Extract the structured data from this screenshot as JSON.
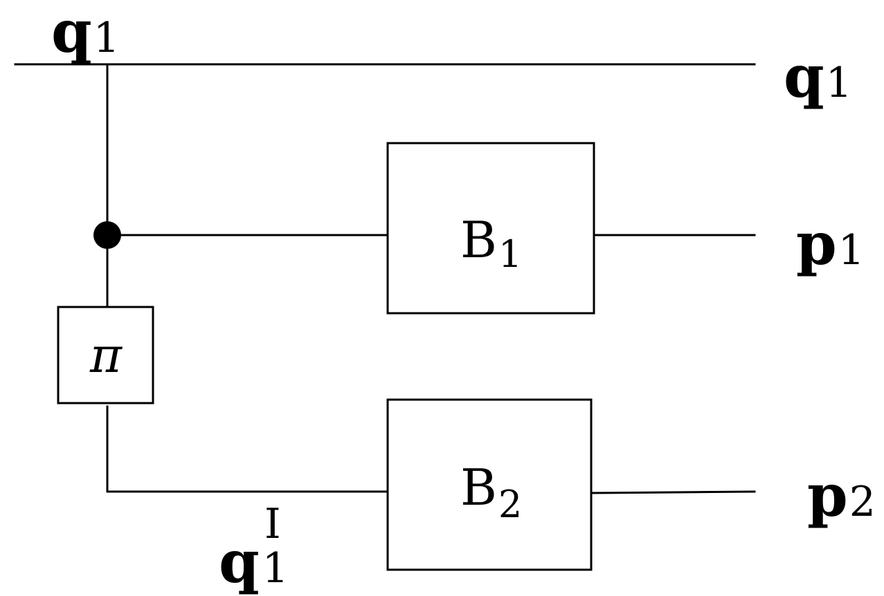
{
  "labels": {
    "q_in": {
      "main": "q",
      "sub": "1"
    },
    "q_out": {
      "main": "q",
      "sub": "1"
    },
    "p1": {
      "main": "p",
      "sub": "1"
    },
    "p2": {
      "main": "p",
      "sub": "2"
    },
    "q_prime": {
      "main": "q",
      "sub": "1",
      "sup": "I"
    }
  },
  "blocks": {
    "b1": {
      "main": "B",
      "sub": "1"
    },
    "b2": {
      "main": "B",
      "sub": "2"
    },
    "pi": "π"
  }
}
